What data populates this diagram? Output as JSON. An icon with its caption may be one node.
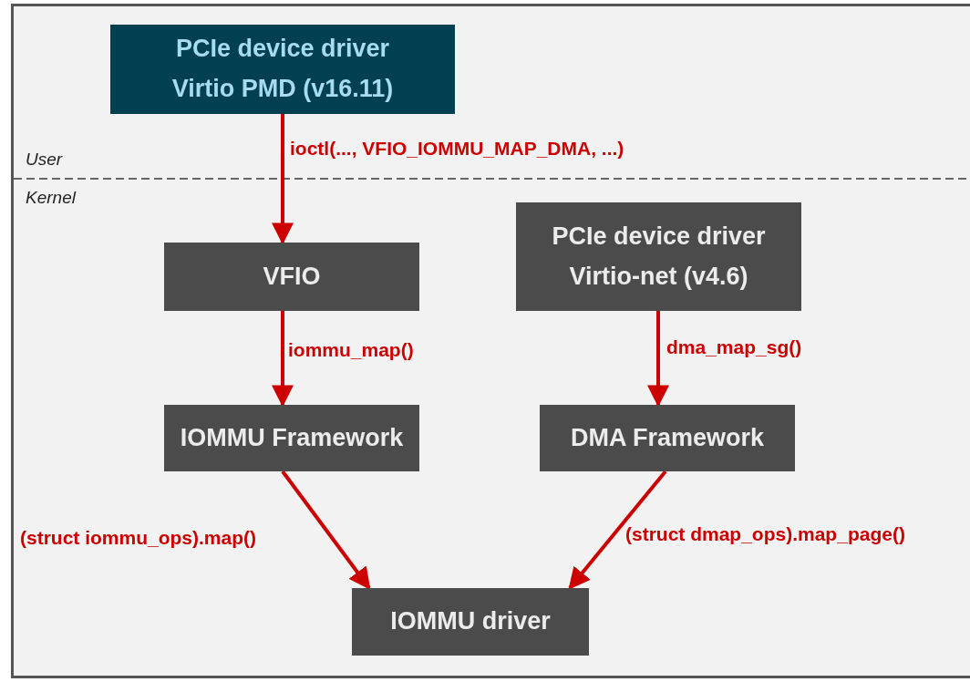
{
  "diagram": {
    "nodes": [
      {
        "text": [
          "PCIe device driver",
          "Virtio PMD (v16.11)"
        ]
      },
      {
        "text": [
          "VFIO"
        ]
      },
      {
        "text": [
          "PCIe device driver",
          "Virtio-net (v4.6)"
        ]
      },
      {
        "text": [
          "IOMMU Framework"
        ]
      },
      {
        "text": [
          "DMA Framework"
        ]
      },
      {
        "text": [
          "IOMMU driver"
        ]
      }
    ],
    "edges": [
      {
        "from": 0,
        "to": 1,
        "arrow": "to",
        "label": "ioctl(..., VFIO_IOMMU_MAP_DMA, ...)"
      },
      {
        "from": 1,
        "to": 3,
        "arrow": "to",
        "label": "iommu_map()"
      },
      {
        "from": 2,
        "to": 4,
        "arrow": "to",
        "label": "dma_map_sg()"
      },
      {
        "from": 3,
        "to": 5,
        "arrow": "to",
        "label": "(struct iommu_ops).map()"
      },
      {
        "from": 4,
        "to": 5,
        "arrow": "to",
        "label": "(struct dmap_ops).map_page()"
      }
    ],
    "labels": [
      "User",
      "Kernel"
    ]
  }
}
